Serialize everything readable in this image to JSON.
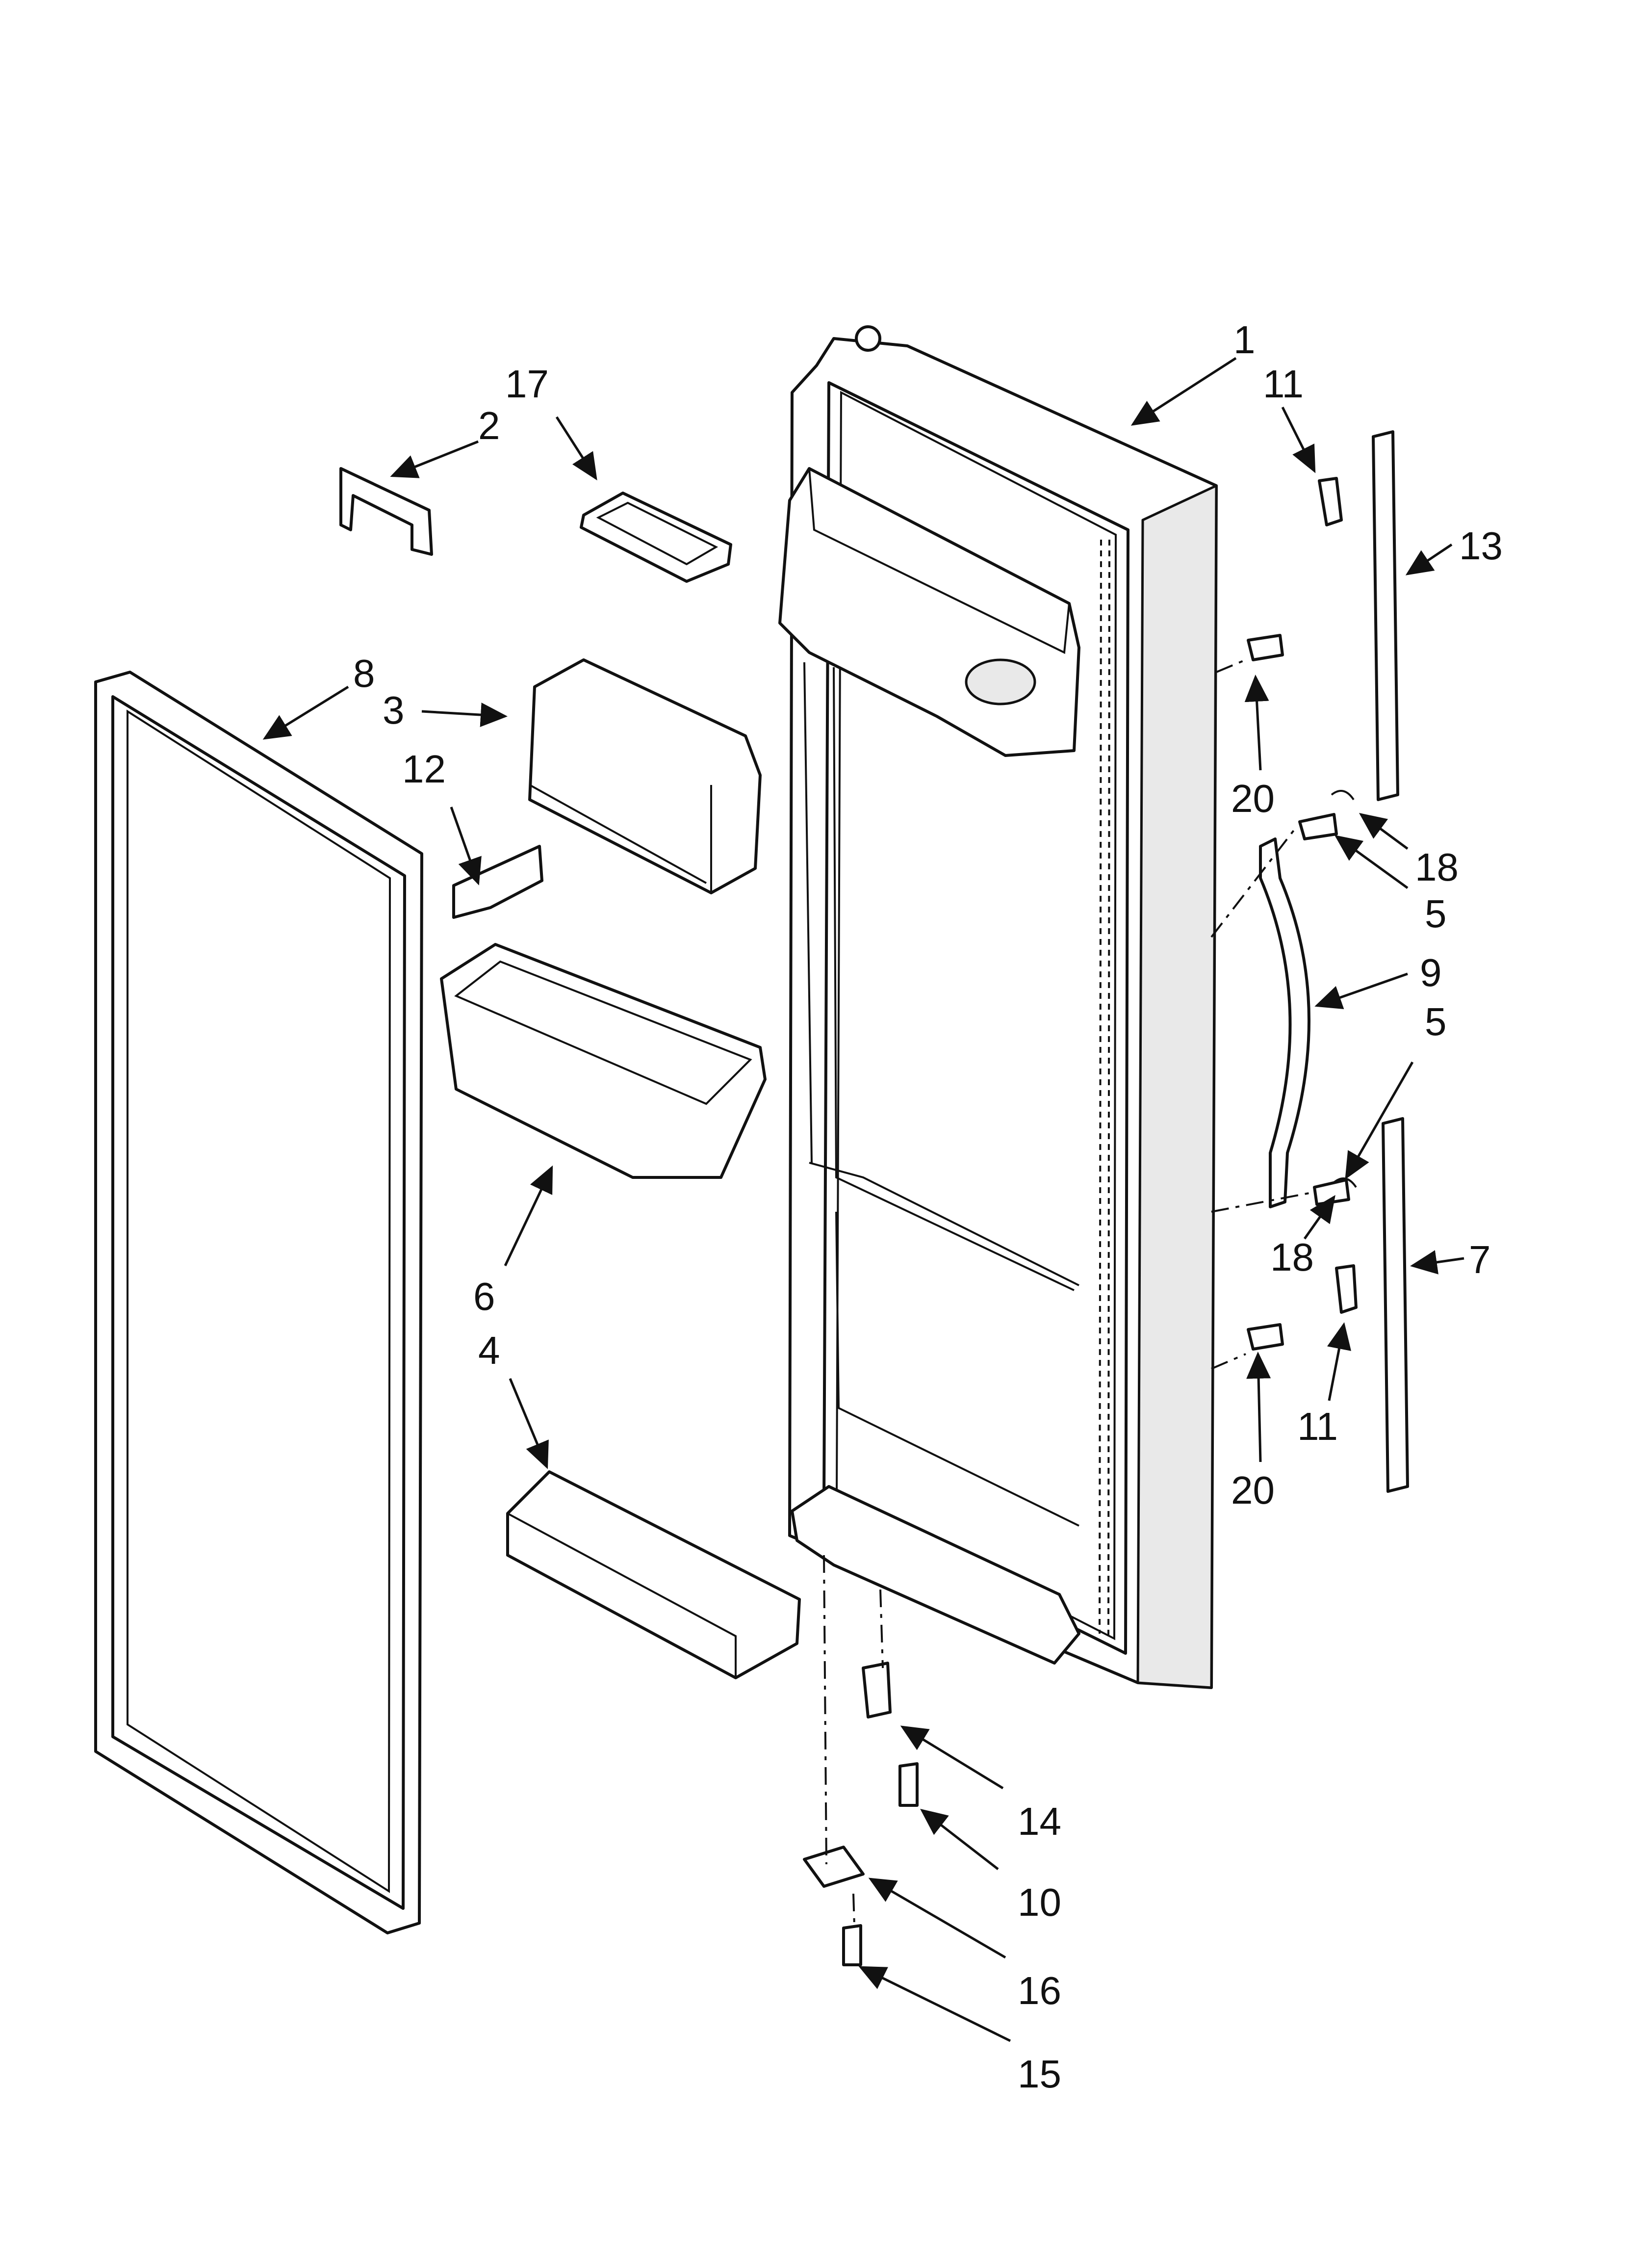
{
  "callouts": {
    "c1": "1",
    "c2": "2",
    "c3": "3",
    "c4": "4",
    "c5a": "5",
    "c5b": "5",
    "c6": "6",
    "c7": "7",
    "c8": "8",
    "c9": "9",
    "c10": "10",
    "c11a": "11",
    "c11b": "11",
    "c12": "12",
    "c13": "13",
    "c14": "14",
    "c15": "15",
    "c16": "16",
    "c17": "17",
    "c18a": "18",
    "c18b": "18",
    "c20a": "20",
    "c20b": "20"
  },
  "colors": {
    "line": "#111111",
    "background": "#ffffff",
    "shade": "#e9e9e9"
  }
}
